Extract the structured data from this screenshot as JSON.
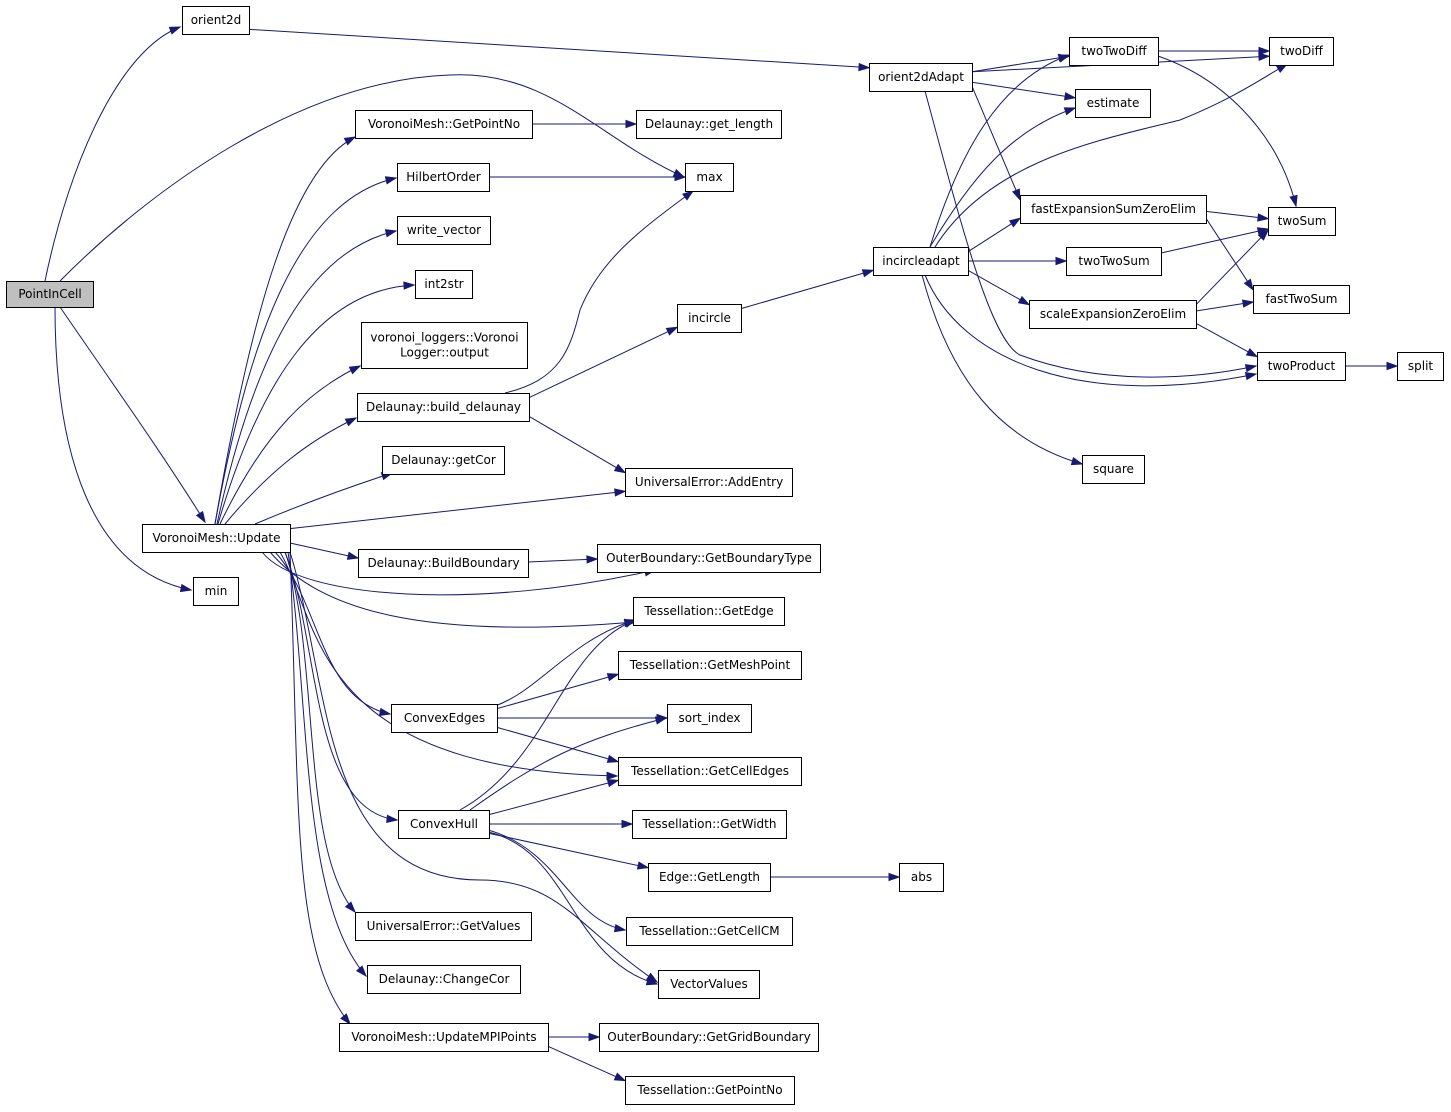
{
  "diagram": {
    "type": "call-graph",
    "colors": {
      "edge": "#191970",
      "root_fill": "#bfbfbf",
      "node_fill": "#ffffff",
      "border": "#000000"
    },
    "root": "PointInCell",
    "nodes": [
      {
        "id": "PointInCell",
        "lines": [
          "PointInCell"
        ]
      },
      {
        "id": "orient2d",
        "lines": [
          "orient2d"
        ]
      },
      {
        "id": "orient2dAdapt",
        "lines": [
          "orient2dAdapt"
        ]
      },
      {
        "id": "twoTwoDiff",
        "lines": [
          "twoTwoDiff"
        ]
      },
      {
        "id": "twoDiff",
        "lines": [
          "twoDiff"
        ]
      },
      {
        "id": "estimate",
        "lines": [
          "estimate"
        ]
      },
      {
        "id": "fastExpansionSumZeroElim",
        "lines": [
          "fastExpansionSumZeroElim"
        ]
      },
      {
        "id": "twoSum",
        "lines": [
          "twoSum"
        ]
      },
      {
        "id": "incircleadapt",
        "lines": [
          "incircleadapt"
        ]
      },
      {
        "id": "twoTwoSum",
        "lines": [
          "twoTwoSum"
        ]
      },
      {
        "id": "fastTwoSum",
        "lines": [
          "fastTwoSum"
        ]
      },
      {
        "id": "scaleExpansionZeroElim",
        "lines": [
          "scaleExpansionZeroElim"
        ]
      },
      {
        "id": "twoProduct",
        "lines": [
          "twoProduct"
        ]
      },
      {
        "id": "split",
        "lines": [
          "split"
        ]
      },
      {
        "id": "square",
        "lines": [
          "square"
        ]
      },
      {
        "id": "incircle",
        "lines": [
          "incircle"
        ]
      },
      {
        "id": "VoronoiMesh_GetPointNo",
        "lines": [
          "VoronoiMesh::GetPointNo"
        ]
      },
      {
        "id": "Delaunay_get_length",
        "lines": [
          "Delaunay::get_length"
        ]
      },
      {
        "id": "max",
        "lines": [
          "max"
        ]
      },
      {
        "id": "HilbertOrder",
        "lines": [
          "HilbertOrder"
        ]
      },
      {
        "id": "write_vector",
        "lines": [
          "write_vector"
        ]
      },
      {
        "id": "int2str",
        "lines": [
          "int2str"
        ]
      },
      {
        "id": "VoronoiLogger_output",
        "lines": [
          "voronoi_loggers::Voronoi",
          "Logger::output"
        ]
      },
      {
        "id": "Delaunay_build_delaunay",
        "lines": [
          "Delaunay::build_delaunay"
        ]
      },
      {
        "id": "Delaunay_getCor",
        "lines": [
          "Delaunay::getCor"
        ]
      },
      {
        "id": "UniversalError_AddEntry",
        "lines": [
          "UniversalError::AddEntry"
        ]
      },
      {
        "id": "VoronoiMesh_Update",
        "lines": [
          "VoronoiMesh::Update"
        ]
      },
      {
        "id": "Delaunay_BuildBoundary",
        "lines": [
          "Delaunay::BuildBoundary"
        ]
      },
      {
        "id": "OuterBoundary_GetBoundaryType",
        "lines": [
          "OuterBoundary::GetBoundaryType"
        ]
      },
      {
        "id": "min",
        "lines": [
          "min"
        ]
      },
      {
        "id": "Tessellation_GetEdge",
        "lines": [
          "Tessellation::GetEdge"
        ]
      },
      {
        "id": "Tessellation_GetMeshPoint",
        "lines": [
          "Tessellation::GetMeshPoint"
        ]
      },
      {
        "id": "ConvexEdges",
        "lines": [
          "ConvexEdges"
        ]
      },
      {
        "id": "sort_index",
        "lines": [
          "sort_index"
        ]
      },
      {
        "id": "Tessellation_GetCellEdges",
        "lines": [
          "Tessellation::GetCellEdges"
        ]
      },
      {
        "id": "ConvexHull",
        "lines": [
          "ConvexHull"
        ]
      },
      {
        "id": "Tessellation_GetWidth",
        "lines": [
          "Tessellation::GetWidth"
        ]
      },
      {
        "id": "Edge_GetLength",
        "lines": [
          "Edge::GetLength"
        ]
      },
      {
        "id": "abs",
        "lines": [
          "abs"
        ]
      },
      {
        "id": "Tessellation_GetCellCM",
        "lines": [
          "Tessellation::GetCellCM"
        ]
      },
      {
        "id": "UniversalError_GetValues",
        "lines": [
          "UniversalError::GetValues"
        ]
      },
      {
        "id": "VectorValues",
        "lines": [
          "VectorValues"
        ]
      },
      {
        "id": "Delaunay_ChangeCor",
        "lines": [
          "Delaunay::ChangeCor"
        ]
      },
      {
        "id": "VoronoiMesh_UpdateMPIPoints",
        "lines": [
          "VoronoiMesh::UpdateMPIPoints"
        ]
      },
      {
        "id": "OuterBoundary_GetGridBoundary",
        "lines": [
          "OuterBoundary::GetGridBoundary"
        ]
      },
      {
        "id": "Tessellation_GetPointNo",
        "lines": [
          "Tessellation::GetPointNo"
        ]
      }
    ],
    "edges": [
      {
        "from": "PointInCell",
        "to": "orient2d"
      },
      {
        "from": "PointInCell",
        "to": "max"
      },
      {
        "from": "PointInCell",
        "to": "VoronoiMesh_Update"
      },
      {
        "from": "PointInCell",
        "to": "min"
      },
      {
        "from": "orient2d",
        "to": "orient2dAdapt"
      },
      {
        "from": "orient2dAdapt",
        "to": "twoTwoDiff"
      },
      {
        "from": "orient2dAdapt",
        "to": "twoDiff"
      },
      {
        "from": "orient2dAdapt",
        "to": "estimate"
      },
      {
        "from": "orient2dAdapt",
        "to": "fastExpansionSumZeroElim"
      },
      {
        "from": "orient2dAdapt",
        "to": "twoProduct"
      },
      {
        "from": "twoTwoDiff",
        "to": "twoDiff"
      },
      {
        "from": "twoTwoDiff",
        "to": "twoSum"
      },
      {
        "from": "fastExpansionSumZeroElim",
        "to": "twoSum"
      },
      {
        "from": "fastExpansionSumZeroElim",
        "to": "fastTwoSum"
      },
      {
        "from": "twoTwoSum",
        "to": "twoSum"
      },
      {
        "from": "scaleExpansionZeroElim",
        "to": "twoSum"
      },
      {
        "from": "scaleExpansionZeroElim",
        "to": "fastTwoSum"
      },
      {
        "from": "scaleExpansionZeroElim",
        "to": "twoProduct"
      },
      {
        "from": "twoProduct",
        "to": "split"
      },
      {
        "from": "incircleadapt",
        "to": "twoTwoDiff"
      },
      {
        "from": "incircleadapt",
        "to": "estimate"
      },
      {
        "from": "incircleadapt",
        "to": "twoDiff"
      },
      {
        "from": "incircleadapt",
        "to": "fastExpansionSumZeroElim"
      },
      {
        "from": "incircleadapt",
        "to": "twoTwoSum"
      },
      {
        "from": "incircleadapt",
        "to": "scaleExpansionZeroElim"
      },
      {
        "from": "incircleadapt",
        "to": "twoProduct"
      },
      {
        "from": "incircleadapt",
        "to": "square"
      },
      {
        "from": "incircle",
        "to": "incircleadapt"
      },
      {
        "from": "VoronoiMesh_GetPointNo",
        "to": "Delaunay_get_length"
      },
      {
        "from": "HilbertOrder",
        "to": "max"
      },
      {
        "from": "Delaunay_build_delaunay",
        "to": "max"
      },
      {
        "from": "Delaunay_build_delaunay",
        "to": "incircle"
      },
      {
        "from": "Delaunay_build_delaunay",
        "to": "UniversalError_AddEntry"
      },
      {
        "from": "VoronoiMesh_Update",
        "to": "VoronoiMesh_GetPointNo"
      },
      {
        "from": "VoronoiMesh_Update",
        "to": "HilbertOrder"
      },
      {
        "from": "VoronoiMesh_Update",
        "to": "write_vector"
      },
      {
        "from": "VoronoiMesh_Update",
        "to": "int2str"
      },
      {
        "from": "VoronoiMesh_Update",
        "to": "VoronoiLogger_output"
      },
      {
        "from": "VoronoiMesh_Update",
        "to": "Delaunay_build_delaunay"
      },
      {
        "from": "VoronoiMesh_Update",
        "to": "Delaunay_getCor"
      },
      {
        "from": "VoronoiMesh_Update",
        "to": "UniversalError_AddEntry"
      },
      {
        "from": "VoronoiMesh_Update",
        "to": "Delaunay_BuildBoundary"
      },
      {
        "from": "VoronoiMesh_Update",
        "to": "OuterBoundary_GetBoundaryType"
      },
      {
        "from": "VoronoiMesh_Update",
        "to": "Tessellation_GetEdge"
      },
      {
        "from": "VoronoiMesh_Update",
        "to": "ConvexEdges"
      },
      {
        "from": "VoronoiMesh_Update",
        "to": "Tessellation_GetCellEdges"
      },
      {
        "from": "VoronoiMesh_Update",
        "to": "ConvexHull"
      },
      {
        "from": "VoronoiMesh_Update",
        "to": "UniversalError_GetValues"
      },
      {
        "from": "VoronoiMesh_Update",
        "to": "VectorValues"
      },
      {
        "from": "VoronoiMesh_Update",
        "to": "Delaunay_ChangeCor"
      },
      {
        "from": "VoronoiMesh_Update",
        "to": "VoronoiMesh_UpdateMPIPoints"
      },
      {
        "from": "Delaunay_BuildBoundary",
        "to": "OuterBoundary_GetBoundaryType"
      },
      {
        "from": "ConvexEdges",
        "to": "Tessellation_GetEdge"
      },
      {
        "from": "ConvexEdges",
        "to": "Tessellation_GetMeshPoint"
      },
      {
        "from": "ConvexEdges",
        "to": "sort_index"
      },
      {
        "from": "ConvexEdges",
        "to": "Tessellation_GetCellEdges"
      },
      {
        "from": "ConvexHull",
        "to": "Tessellation_GetEdge"
      },
      {
        "from": "ConvexHull",
        "to": "sort_index"
      },
      {
        "from": "ConvexHull",
        "to": "Tessellation_GetCellEdges"
      },
      {
        "from": "ConvexHull",
        "to": "Tessellation_GetWidth"
      },
      {
        "from": "ConvexHull",
        "to": "Edge_GetLength"
      },
      {
        "from": "ConvexHull",
        "to": "Tessellation_GetCellCM"
      },
      {
        "from": "ConvexHull",
        "to": "VectorValues"
      },
      {
        "from": "Edge_GetLength",
        "to": "abs"
      },
      {
        "from": "VoronoiMesh_UpdateMPIPoints",
        "to": "OuterBoundary_GetGridBoundary"
      },
      {
        "from": "VoronoiMesh_UpdateMPIPoints",
        "to": "Tessellation_GetPointNo"
      }
    ]
  }
}
